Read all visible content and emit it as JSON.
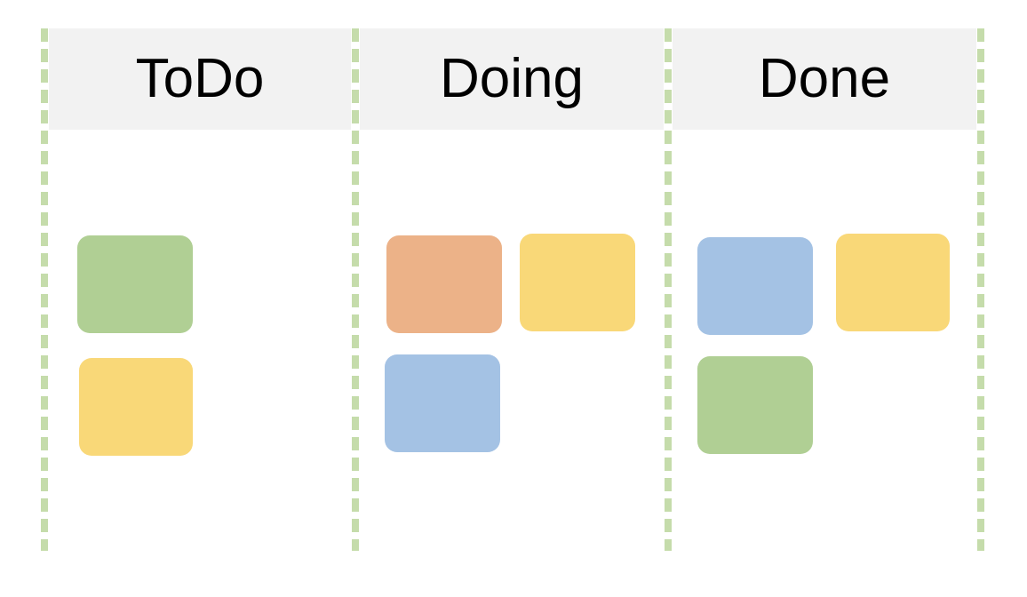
{
  "board": {
    "columns": [
      {
        "title": "ToDo",
        "cards": [
          "green",
          "yellow"
        ]
      },
      {
        "title": "Doing",
        "cards": [
          "orange",
          "yellow",
          "blue"
        ]
      },
      {
        "title": "Done",
        "cards": [
          "blue",
          "yellow",
          "green"
        ]
      }
    ]
  },
  "colors": {
    "green": "#b0cf94",
    "yellow": "#f9d878",
    "orange": "#ecb288",
    "blue": "#a4c2e4",
    "divider": "#c5dcab",
    "header_bg": "#f2f2f2"
  }
}
